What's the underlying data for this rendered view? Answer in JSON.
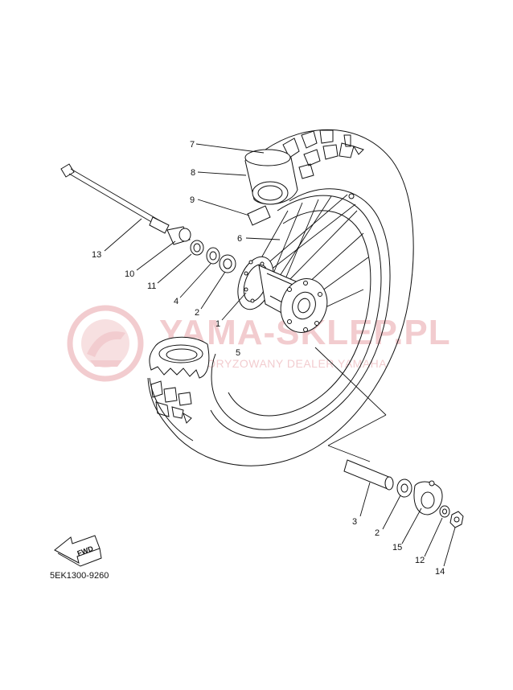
{
  "diagram": {
    "callouts": [
      {
        "id": "c7",
        "text": "7"
      },
      {
        "id": "c8",
        "text": "8"
      },
      {
        "id": "c9",
        "text": "9"
      },
      {
        "id": "c6",
        "text": "6"
      },
      {
        "id": "c13",
        "text": "13"
      },
      {
        "id": "c10",
        "text": "10"
      },
      {
        "id": "c11",
        "text": "11"
      },
      {
        "id": "c4",
        "text": "4"
      },
      {
        "id": "c2a",
        "text": "2"
      },
      {
        "id": "c1",
        "text": "1"
      },
      {
        "id": "c5",
        "text": "5"
      },
      {
        "id": "c3",
        "text": "3"
      },
      {
        "id": "c2b",
        "text": "2"
      },
      {
        "id": "c15",
        "text": "15"
      },
      {
        "id": "c12",
        "text": "12"
      },
      {
        "id": "c14",
        "text": "14"
      }
    ],
    "watermark": {
      "main": "YAMA-SKLEP.PL",
      "sub": "AUTORYZOWANY DEALER YAMAHA"
    },
    "fwd_label": "FWD",
    "drawing_code": "5EK1300-9260",
    "colors": {
      "line": "#111111",
      "watermark": "#e8a3a8"
    }
  }
}
